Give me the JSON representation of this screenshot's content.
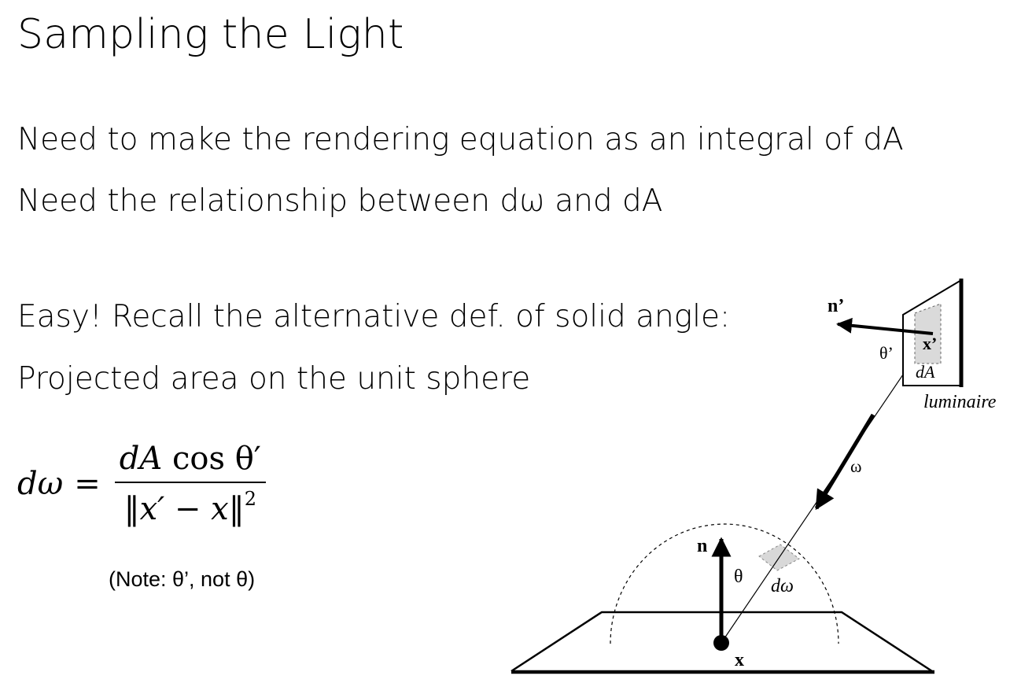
{
  "slide": {
    "title": "Sampling the Light",
    "lines": [
      "Need to make the rendering equation as an integral of dA",
      "Need the relationship between dω and dA",
      "Easy! Recall the alternative def. of solid angle:",
      "Projected area on the unit sphere"
    ],
    "formula": {
      "lhs": "dω",
      "equals": "=",
      "numerator_a": "dA",
      "numerator_b": "cos θ′",
      "denominator": "‖x′ − x‖",
      "exponent": "2"
    },
    "note": "(Note: θ’, not θ)"
  },
  "diagram": {
    "labels": {
      "n_prime": "n’",
      "theta_prime": "θ’",
      "x_prime": "x’",
      "dA": "dA",
      "luminaire": "luminaire",
      "omega": "ω",
      "n": "n",
      "theta": "θ",
      "d_omega": "dω",
      "x": "x"
    }
  }
}
